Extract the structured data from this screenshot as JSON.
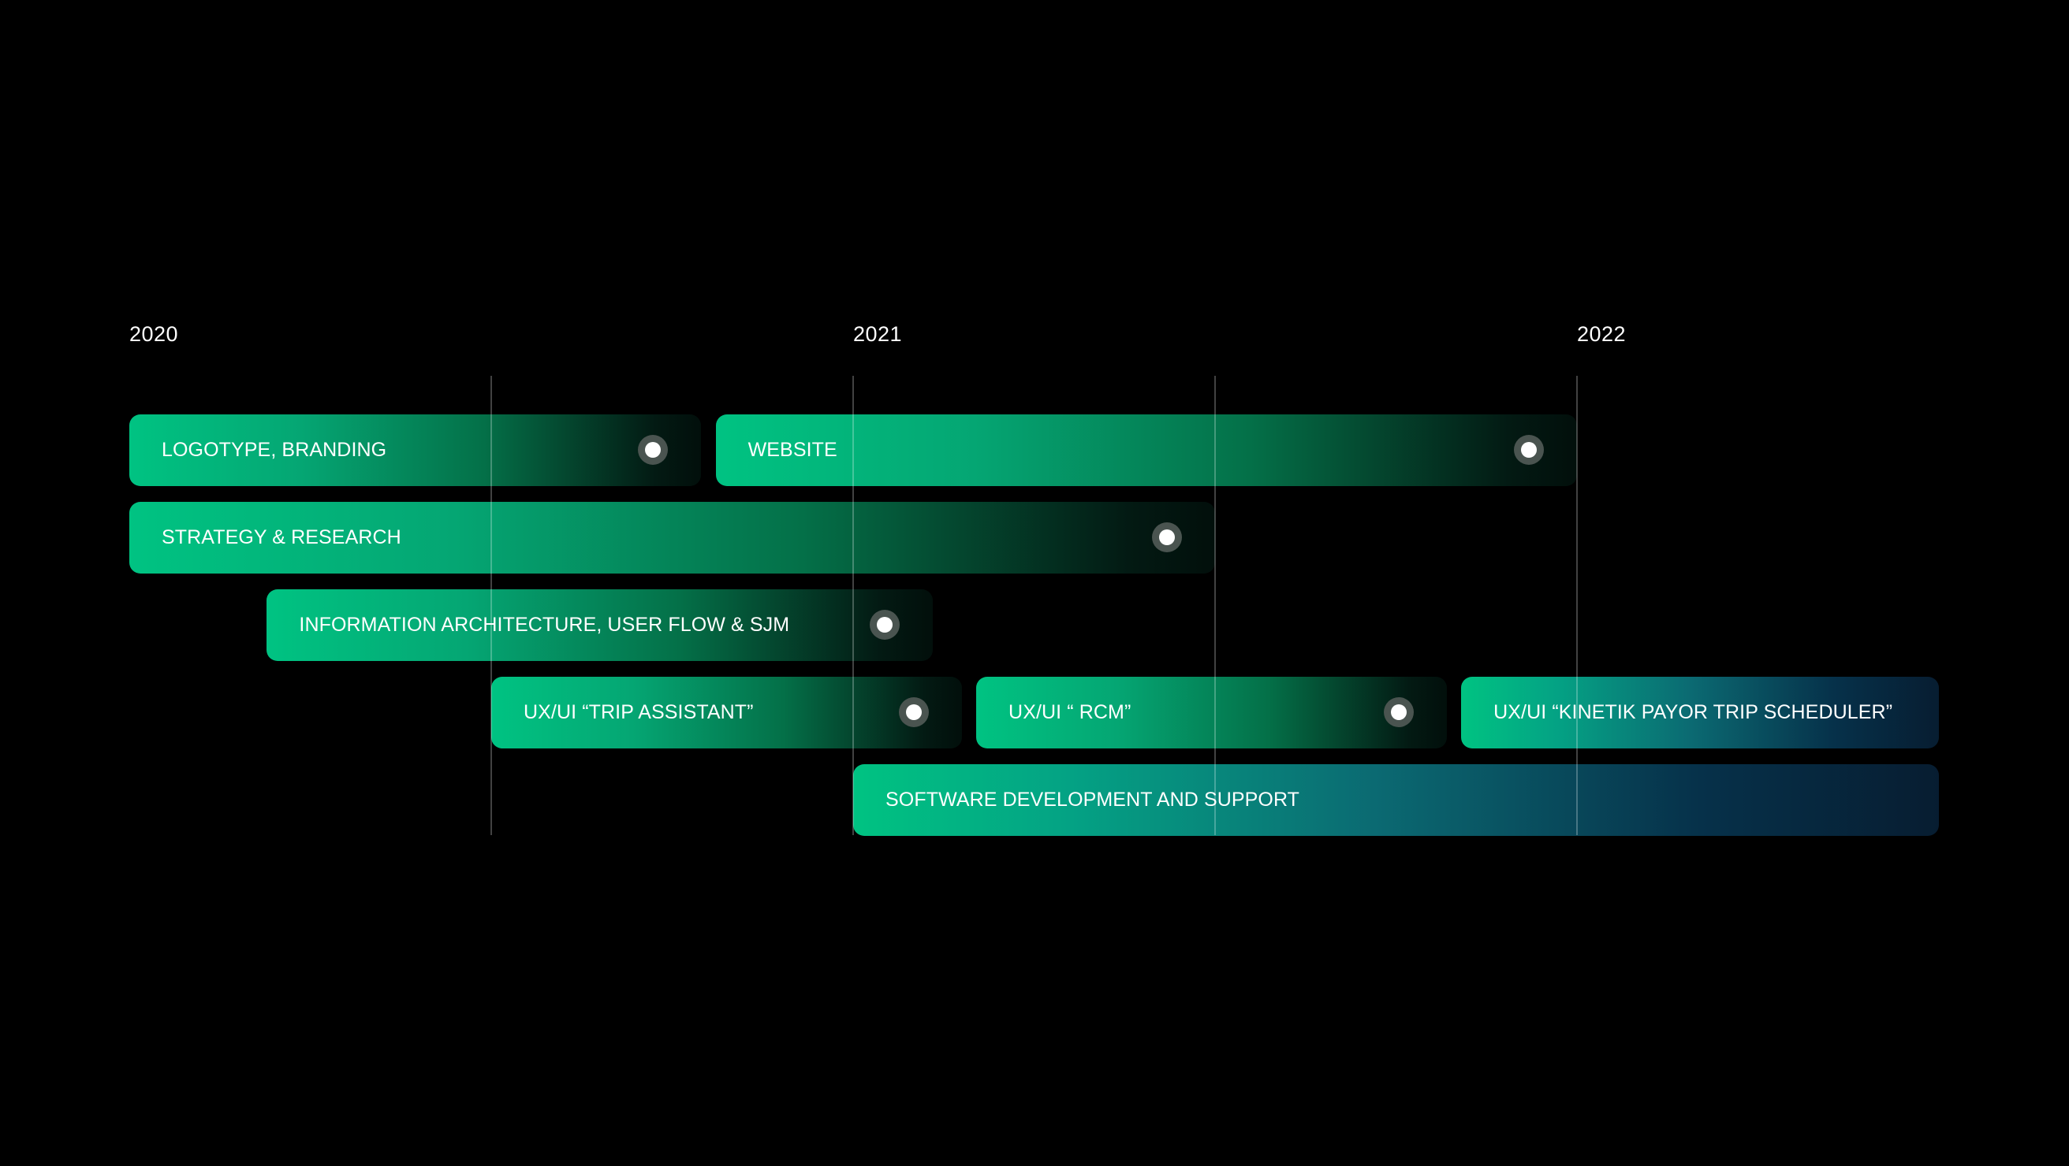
{
  "chart_data": {
    "type": "gantt",
    "title": "",
    "x_axis": {
      "type": "time",
      "ticks": [
        "2020",
        "2021",
        "2022"
      ],
      "domain": [
        2020.0,
        2022.5
      ],
      "gridlines": [
        2020.5,
        2021.0,
        2021.5,
        2022.0
      ]
    },
    "colors": {
      "bar_green": "#00c382",
      "bar_fade": "#031a13",
      "bar_teal_mid": "#0b6a72",
      "bar_navy": "#071d31",
      "milestone_ring": "#4a5450",
      "milestone_dot": "#ffffff",
      "background": "#000000"
    },
    "tasks": [
      {
        "name": "LOGOTYPE, BRANDING",
        "row": 0,
        "start": 2020.0,
        "end": 2020.79,
        "milestone": true,
        "style": "green"
      },
      {
        "name": "WEBSITE",
        "row": 0,
        "start": 2020.81,
        "end": 2022.0,
        "milestone": true,
        "style": "green"
      },
      {
        "name": "STRATEGY & RESEARCH",
        "row": 1,
        "start": 2020.0,
        "end": 2021.5,
        "milestone": true,
        "style": "green"
      },
      {
        "name": "INFORMATION ARCHITECTURE, USER FLOW & SJM",
        "row": 2,
        "start": 2020.19,
        "end": 2021.11,
        "milestone": true,
        "style": "green"
      },
      {
        "name": "UX/UI “TRIP ASSISTANT”",
        "row": 3,
        "start": 2020.5,
        "end": 2021.15,
        "milestone": true,
        "style": "green"
      },
      {
        "name": "UX/UI “ RCM”",
        "row": 3,
        "start": 2021.17,
        "end": 2021.82,
        "milestone": true,
        "style": "green"
      },
      {
        "name": "UX/UI “KINETIK PAYOR TRIP SCHEDULER”",
        "row": 3,
        "start": 2021.84,
        "end": 2022.5,
        "milestone": false,
        "style": "teal"
      },
      {
        "name": "SOFTWARE DEVELOPMENT AND SUPPORT",
        "row": 4,
        "start": 2021.0,
        "end": 2022.5,
        "milestone": false,
        "style": "teal"
      }
    ]
  }
}
